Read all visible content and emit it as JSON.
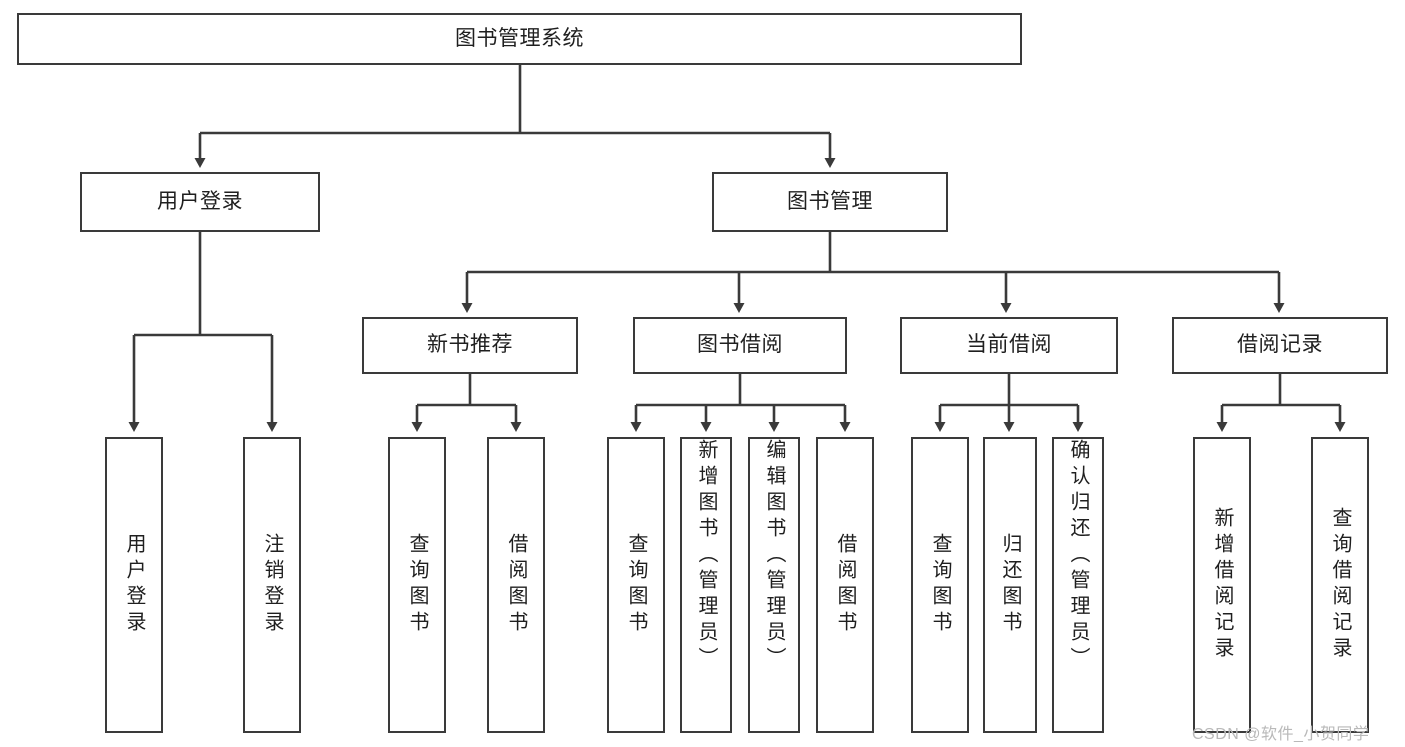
{
  "diagram": {
    "type": "tree-hierarchy",
    "title": "图书管理系统",
    "watermark": "CSDN @软件_小贺同学",
    "colors": {
      "box_border": "#3a3a3a",
      "box_fill": "#ffffff",
      "connector": "#3a3a3a",
      "text": "#1f1f1f",
      "watermark": "#b9b9b9",
      "background": "#ffffff"
    },
    "root": {
      "label": "图书管理系统"
    },
    "level2": [
      {
        "label": "用户登录"
      },
      {
        "label": "图书管理"
      }
    ],
    "level3": [
      {
        "label": "新书推荐"
      },
      {
        "label": "图书借阅"
      },
      {
        "label": "当前借阅"
      },
      {
        "label": "借阅记录"
      }
    ],
    "leaves": {
      "user_login": [
        {
          "label": "用户登录"
        },
        {
          "label": "注销登录"
        }
      ],
      "new_book_recommend": [
        {
          "label": "查询图书"
        },
        {
          "label": "借阅图书"
        }
      ],
      "book_borrow": [
        {
          "label": "查询图书"
        },
        {
          "label": "新增图书（管理员）"
        },
        {
          "label": "编辑图书（管理员）"
        },
        {
          "label": "借阅图书"
        }
      ],
      "current_borrow": [
        {
          "label": "查询图书"
        },
        {
          "label": "归还图书"
        },
        {
          "label": "确认归还（管理员）"
        }
      ],
      "borrow_record": [
        {
          "label": "新增借阅记录"
        },
        {
          "label": "查询借阅记录"
        }
      ]
    }
  }
}
